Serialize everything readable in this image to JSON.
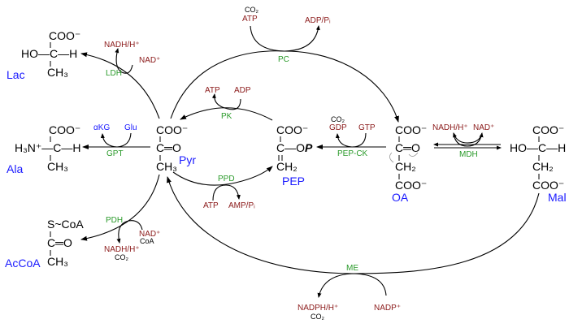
{
  "molecules": {
    "lac": {
      "name": "Lac",
      "coo": "COO⁻",
      "mid": "HO—C—H",
      "ch": "CH₃"
    },
    "ala": {
      "name": "Ala",
      "coo": "COO⁻",
      "mid": "H₃N⁺—C—H",
      "ch": "CH₃"
    },
    "pyr": {
      "name": "Pyr",
      "coo": "COO⁻",
      "mid": "C═O",
      "ch": "CH₃"
    },
    "pep": {
      "name": "PEP",
      "coo": "COO⁻",
      "mid": "C—O",
      "p": "P",
      "ch": "CH₂"
    },
    "oa": {
      "name": "OA",
      "coo": "COO⁻",
      "mid": "C═O",
      "ch": "CH₂",
      "coo2": "COO⁻"
    },
    "mal": {
      "name": "Mal",
      "coo": "COO⁻",
      "mid": "HO—C—H",
      "ch": "CH₂",
      "coo2": "COO⁻"
    },
    "accoa": {
      "name": "AcCoA",
      "s": "S~CoA",
      "mid": "C═O",
      "ch": "CH₃"
    }
  },
  "reactions": {
    "ldh": {
      "enzyme": "LDH",
      "in": "NAD⁺",
      "out": "NADH/H⁺"
    },
    "pc": {
      "enzyme": "PC",
      "in1": "CO₂",
      "in2": "ATP",
      "out": "ADP/Pᵢ"
    },
    "pk": {
      "enzyme": "PK",
      "in": "ADP",
      "out": "ATP"
    },
    "gpt": {
      "enzyme": "GPT",
      "in": "Glu",
      "out": "αKG"
    },
    "pepck": {
      "enzyme": "PEP-CK",
      "in": "GTP",
      "out": "GDP",
      "out2": "CO₂"
    },
    "mdh": {
      "enzyme": "MDH",
      "a": "NADH/H⁺",
      "b": "NAD⁺"
    },
    "ppd": {
      "enzyme": "PPD",
      "in": "ATP",
      "out": "AMP/Pᵢ"
    },
    "pdh": {
      "enzyme": "PDH",
      "in": "NAD⁺",
      "in2": "CoA",
      "out": "NADH/H⁺",
      "out2": "CO₂"
    },
    "me": {
      "enzyme": "ME",
      "in": "NADP⁺",
      "out": "NADPH/H⁺",
      "out2": "CO₂"
    }
  }
}
